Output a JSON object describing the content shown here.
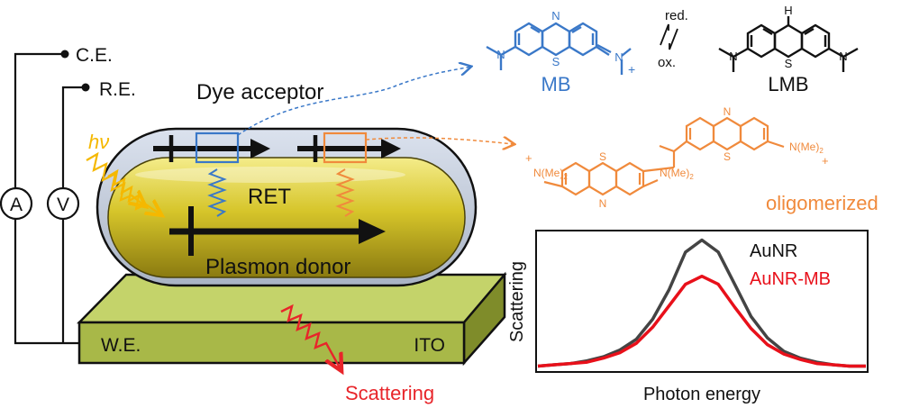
{
  "circuit": {
    "ce_label": "C.E.",
    "re_label": "R.E.",
    "we_label": "W.E.",
    "ammeter": "A",
    "voltmeter": "V",
    "light_label": "hν"
  },
  "particle": {
    "dye_label": "Dye acceptor",
    "ret_label": "RET",
    "donor_label": "Plasmon donor",
    "substrate_label": "ITO",
    "scattering_label": "Scattering"
  },
  "chemistry": {
    "mb_label": "MB",
    "lmb_label": "LMB",
    "red_label": "red.",
    "ox_label": "ox.",
    "oligo_label": "oligomerized",
    "atom_n": "N",
    "atom_s": "S",
    "atom_h": "H",
    "atom_plus": "+",
    "group_nme2": "N(Me)",
    "subscript_2": "2"
  },
  "colors": {
    "mb_blue": "#3a78c8",
    "oligo_orange": "#f08a3c",
    "gold": "#d8c830",
    "ito_green": "#a8b848",
    "scatter_red": "#e8252a",
    "light_yellow": "#f5b800"
  },
  "chart_data": {
    "type": "line",
    "title": "",
    "xlabel": "Photon energy",
    "ylabel": "Scattering",
    "x": [
      0.0,
      0.05,
      0.1,
      0.15,
      0.2,
      0.25,
      0.3,
      0.35,
      0.4,
      0.45,
      0.5,
      0.55,
      0.6,
      0.65,
      0.7,
      0.75,
      0.8,
      0.85,
      0.9,
      0.95,
      1.0
    ],
    "series": [
      {
        "name": "AuNR",
        "color": "#444444",
        "values": [
          0.03,
          0.04,
          0.05,
          0.07,
          0.1,
          0.15,
          0.23,
          0.38,
          0.6,
          0.88,
          0.97,
          0.88,
          0.64,
          0.4,
          0.24,
          0.14,
          0.09,
          0.06,
          0.04,
          0.03,
          0.03
        ]
      },
      {
        "name": "AuNR-MB",
        "color": "#e8101a",
        "values": [
          0.03,
          0.04,
          0.05,
          0.06,
          0.09,
          0.13,
          0.2,
          0.32,
          0.48,
          0.64,
          0.7,
          0.64,
          0.47,
          0.31,
          0.19,
          0.12,
          0.08,
          0.05,
          0.04,
          0.03,
          0.03
        ]
      }
    ],
    "grid": false,
    "legend": "top-right"
  }
}
